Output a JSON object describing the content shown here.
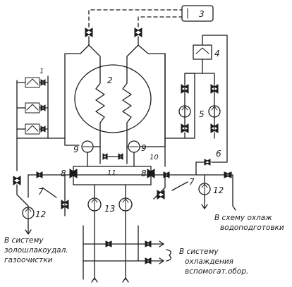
{
  "labels": {
    "boiler": "2",
    "tank": "3",
    "cooler": "4",
    "pumps_cooling": "5",
    "valve_6": "6",
    "line_7_left": "7",
    "line_7_right": "7",
    "valve_8_left": "8",
    "valve_8_right": "8",
    "exch_9_left": "9",
    "exch_9_right": "9",
    "item_10": "10",
    "item_11": "11",
    "pump_12_left": "12",
    "pump_12_right": "12",
    "pump_13": "13",
    "item_1": "1"
  },
  "notes": {
    "left_line1": "В систему",
    "left_line2": "золошлакоудал.",
    "left_line3": "газоочистки",
    "right_line1": "В схему охлаж",
    "right_line2": "водоподготовки",
    "bottom_line1": "В систему",
    "bottom_line2": "охлаждения",
    "bottom_line3": "вспомогат.обор."
  }
}
